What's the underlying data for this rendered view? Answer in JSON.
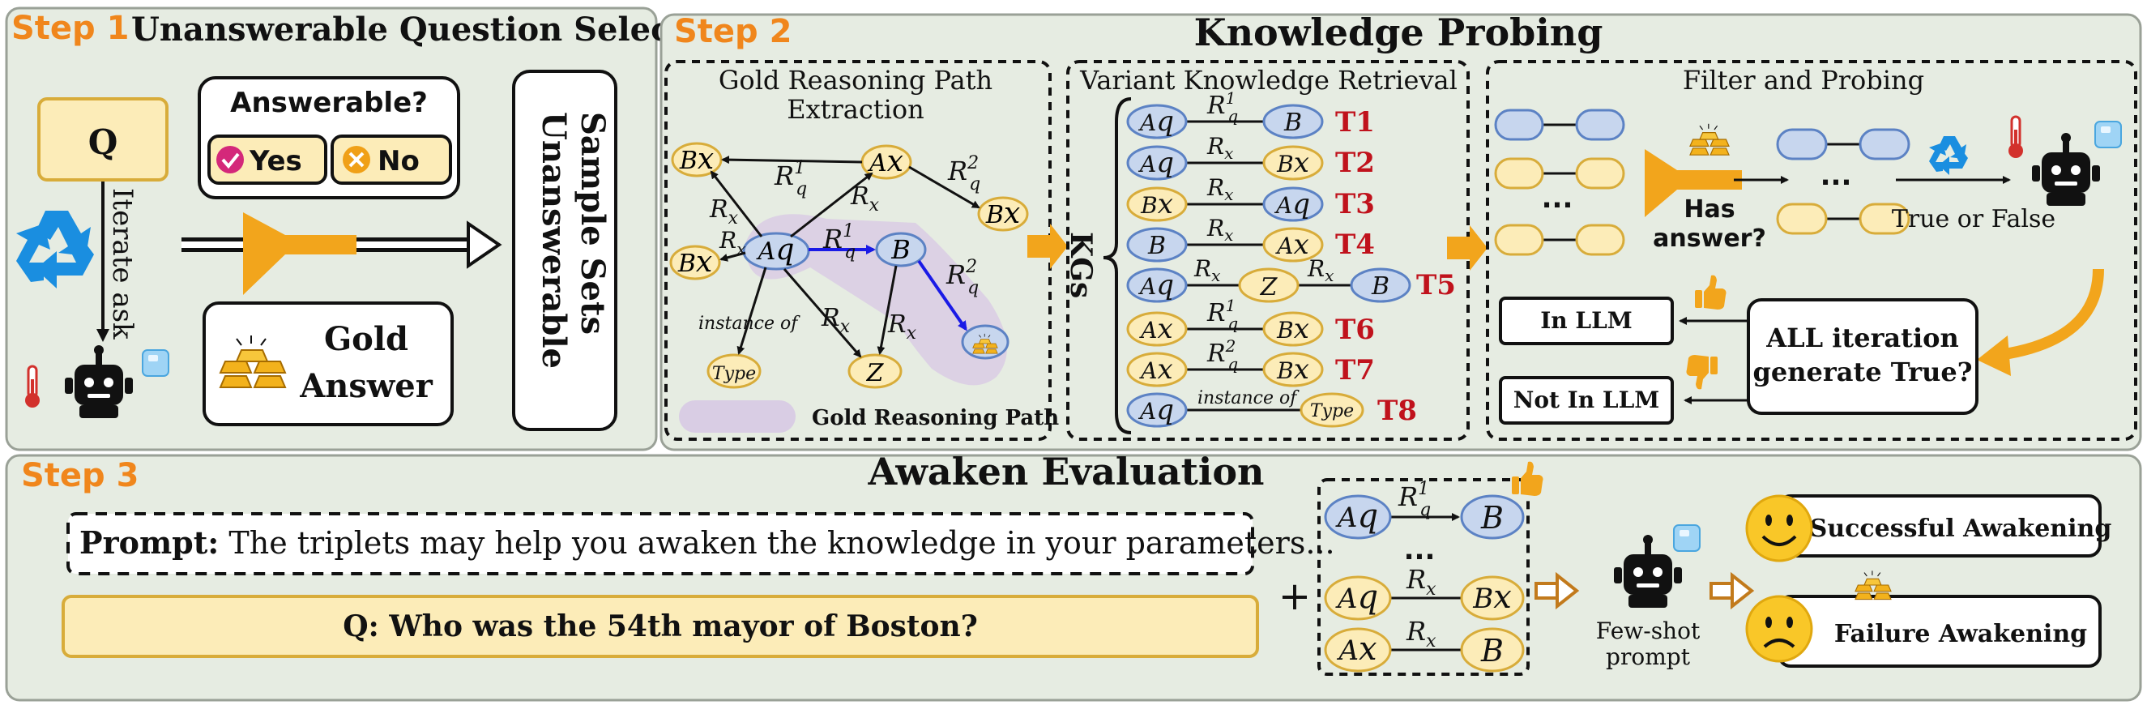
{
  "step1": {
    "step_label": "Step 1",
    "title": "Unanswerable Question Select",
    "q_label": "Q",
    "iterate_label": "Iterate ask",
    "answerable_title": "Answerable?",
    "yes_label": "Yes",
    "no_label": "No",
    "gold_line1": "Gold",
    "gold_line2": "Answer",
    "sample_line1": "Unanswerable",
    "sample_line2": "Sample Sets"
  },
  "step2": {
    "step_label": "Step 2",
    "title": "Knowledge Probing",
    "panel_a": {
      "title_line1": "Gold Reasoning Path",
      "title_line2": "Extraction",
      "legend_label": "Gold Reasoning Path",
      "instance_label": "instance of",
      "type_label": "Type",
      "z_label": "Z"
    },
    "panel_b": {
      "title": "Variant Knowledge Retrieval",
      "kgs_label": "KGs",
      "rows": [
        {
          "tag": "T1"
        },
        {
          "tag": "T2"
        },
        {
          "tag": "T3"
        },
        {
          "tag": "T4"
        },
        {
          "tag": "T5"
        },
        {
          "tag": "T6"
        },
        {
          "tag": "T7"
        },
        {
          "tag": "T8"
        }
      ],
      "instance_label": "instance of",
      "type_label": "Type",
      "z_label": "Z"
    },
    "panel_c": {
      "title": "Filter and Probing",
      "has_answer_line1": "Has",
      "has_answer_line2": "answer?",
      "true_false_label": "True or False",
      "in_llm_label": "In LLM",
      "not_in_llm_label": "Not In LLM",
      "iteration_line1": "ALL iteration",
      "iteration_line2": "generate True?",
      "ellipsis": "..."
    }
  },
  "step3": {
    "step_label": "Step 3",
    "title": "Awaken Evaluation",
    "prompt_bold": "Prompt:",
    "prompt_text": " The triplets may help you awaken the knowledge in your parameters...",
    "question": "Q: Who was the 54th mayor of Boston?",
    "plus": "+",
    "few_shot_line1": "Few-shot",
    "few_shot_line2": "prompt",
    "success_label": "Successful Awakening",
    "failure_label": "Failure Awakening",
    "ellipsis": "..."
  },
  "colors": {
    "panel_bg": "#e6ece2",
    "step_orange": "#f0861c",
    "tag_red": "#c0121c",
    "yellow_fill": "#fcecb8",
    "yellow_stroke": "#d8ac3a",
    "blue_fill": "#c7d6ee",
    "blue_stroke": "#5c82c4",
    "arrow_orange": "#f2a51c",
    "recycle_blue": "#1a8ee0",
    "gold_path": "#d9cde4"
  },
  "icons": [
    "recycle-icon",
    "robot-icon",
    "thermometer-icon",
    "ice-cube-icon",
    "gold-bars-icon",
    "check-icon",
    "cross-icon",
    "thumbs-up-icon",
    "thumbs-down-icon",
    "smiley-icon",
    "sad-face-icon",
    "funnel-icon"
  ]
}
